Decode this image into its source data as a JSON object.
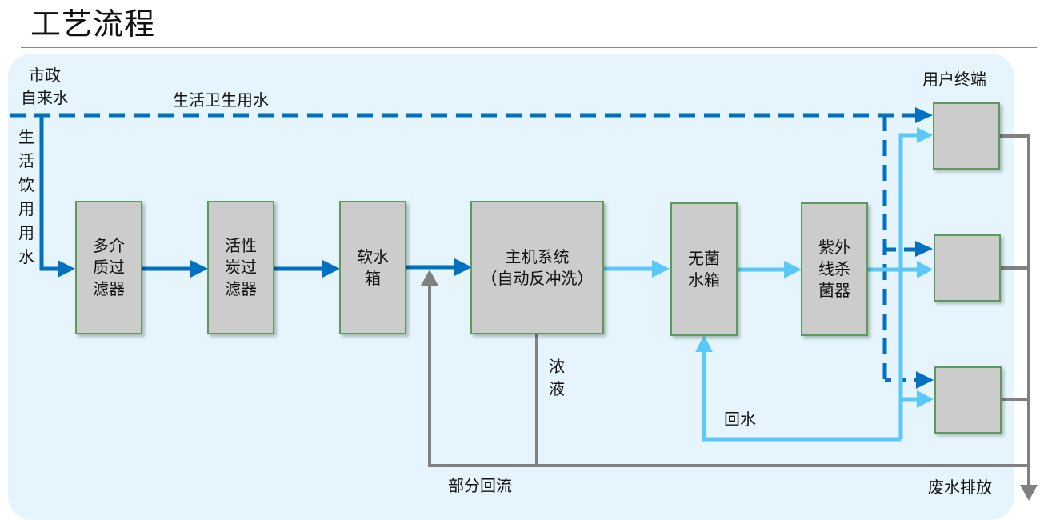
{
  "title": "工艺流程",
  "colors": {
    "panel_bg": "#e6f5fd",
    "dark_blue": "#0070c0",
    "light_blue": "#5bc8fa",
    "gray": "#808080",
    "box_fill": "#cccccc",
    "box_border": "#5c9a5c"
  },
  "labels": {
    "source": "市政\n自来水",
    "domestic_sanitary": "生活卫生用水",
    "drinking": "生活饮用用水",
    "user_terminal": "用户终端",
    "concentrate": "浓\n液",
    "return_water": "回水",
    "partial_reflux": "部分回流",
    "wastewater": "废水排放"
  },
  "process_boxes": [
    {
      "id": "multimedia-filter",
      "label": "多介\n质过\n滤器"
    },
    {
      "id": "activated-carbon-filter",
      "label": "活性\n炭过\n滤器"
    },
    {
      "id": "softening-tank",
      "label": "软水\n箱"
    },
    {
      "id": "host-system",
      "label": "主机系统\n（自动反冲洗）"
    },
    {
      "id": "sterile-tank",
      "label": "无菌\n水箱"
    },
    {
      "id": "uv-sterilizer",
      "label": "紫外\n线杀\n菌器"
    }
  ],
  "terminal_boxes": [
    {
      "id": "terminal-1",
      "label": ""
    },
    {
      "id": "terminal-2",
      "label": ""
    },
    {
      "id": "terminal-3",
      "label": ""
    }
  ]
}
